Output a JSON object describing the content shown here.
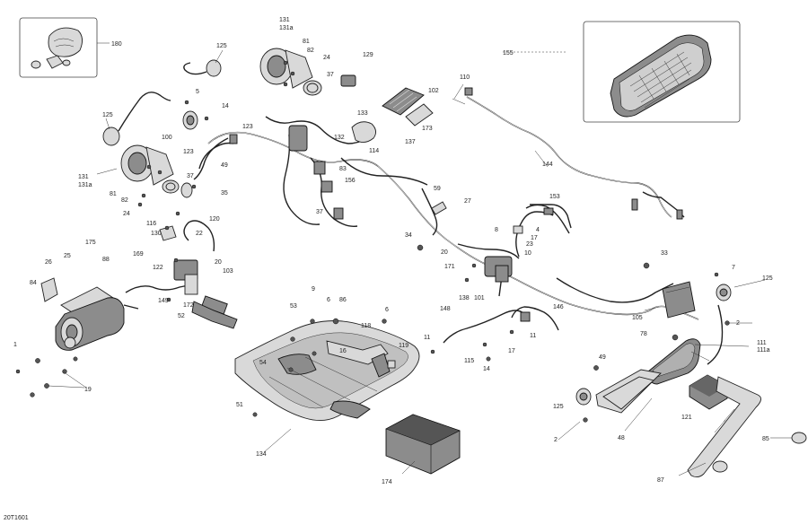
{
  "diagram": {
    "reference_code": "20T1601",
    "callouts": [
      {
        "id": "c180",
        "text": "180"
      },
      {
        "id": "c125a",
        "text": "125"
      },
      {
        "id": "c131a",
        "text": "131"
      },
      {
        "id": "c131aa",
        "text": "131a"
      },
      {
        "id": "c81a",
        "text": "81"
      },
      {
        "id": "c82a",
        "text": "82"
      },
      {
        "id": "c24a",
        "text": "24"
      },
      {
        "id": "c37a",
        "text": "37"
      },
      {
        "id": "c129",
        "text": "129"
      },
      {
        "id": "c110",
        "text": "110"
      },
      {
        "id": "c155",
        "text": "155"
      },
      {
        "id": "c5",
        "text": "5"
      },
      {
        "id": "c14a",
        "text": "14"
      },
      {
        "id": "c125b",
        "text": "125"
      },
      {
        "id": "c100",
        "text": "100"
      },
      {
        "id": "c123a",
        "text": "123"
      },
      {
        "id": "c123b",
        "text": "123"
      },
      {
        "id": "c102",
        "text": "102"
      },
      {
        "id": "c133",
        "text": "133"
      },
      {
        "id": "c173",
        "text": "173"
      },
      {
        "id": "c132",
        "text": "132"
      },
      {
        "id": "c137",
        "text": "137"
      },
      {
        "id": "c114",
        "text": "114"
      },
      {
        "id": "c49a",
        "text": "49"
      },
      {
        "id": "c83",
        "text": "83"
      },
      {
        "id": "c131b",
        "text": "131"
      },
      {
        "id": "c131ab",
        "text": "131a"
      },
      {
        "id": "c37b",
        "text": "37"
      },
      {
        "id": "c35",
        "text": "35"
      },
      {
        "id": "c81b",
        "text": "81"
      },
      {
        "id": "c82b",
        "text": "82"
      },
      {
        "id": "c24b",
        "text": "24"
      },
      {
        "id": "c156",
        "text": "156"
      },
      {
        "id": "c144",
        "text": "144"
      },
      {
        "id": "c59",
        "text": "59"
      },
      {
        "id": "c27",
        "text": "27"
      },
      {
        "id": "c153",
        "text": "153"
      },
      {
        "id": "c37c",
        "text": "37"
      },
      {
        "id": "c116",
        "text": "116"
      },
      {
        "id": "c120",
        "text": "120"
      },
      {
        "id": "c130",
        "text": "130"
      },
      {
        "id": "c22",
        "text": "22"
      },
      {
        "id": "c34",
        "text": "34"
      },
      {
        "id": "c8",
        "text": "8"
      },
      {
        "id": "c4",
        "text": "4"
      },
      {
        "id": "c17a",
        "text": "17"
      },
      {
        "id": "c23",
        "text": "23"
      },
      {
        "id": "c10",
        "text": "10"
      },
      {
        "id": "c20a",
        "text": "20"
      },
      {
        "id": "c175",
        "text": "175"
      },
      {
        "id": "c169",
        "text": "169"
      },
      {
        "id": "c20b",
        "text": "20"
      },
      {
        "id": "c103",
        "text": "103"
      },
      {
        "id": "c122",
        "text": "122"
      },
      {
        "id": "c26",
        "text": "26"
      },
      {
        "id": "c25",
        "text": "25"
      },
      {
        "id": "c88",
        "text": "88"
      },
      {
        "id": "c33",
        "text": "33"
      },
      {
        "id": "c7",
        "text": "7"
      },
      {
        "id": "c125c",
        "text": "125"
      },
      {
        "id": "c171",
        "text": "171"
      },
      {
        "id": "c138",
        "text": "138"
      },
      {
        "id": "c101",
        "text": "101"
      },
      {
        "id": "c84",
        "text": "84"
      },
      {
        "id": "c149",
        "text": "149"
      },
      {
        "id": "c172",
        "text": "172"
      },
      {
        "id": "c52",
        "text": "52"
      },
      {
        "id": "c9",
        "text": "9"
      },
      {
        "id": "c6a",
        "text": "6"
      },
      {
        "id": "c86",
        "text": "86"
      },
      {
        "id": "c53",
        "text": "53"
      },
      {
        "id": "c6b",
        "text": "6"
      },
      {
        "id": "c148",
        "text": "148"
      },
      {
        "id": "c146",
        "text": "146"
      },
      {
        "id": "c105",
        "text": "105"
      },
      {
        "id": "c2a",
        "text": "2"
      },
      {
        "id": "c118",
        "text": "118"
      },
      {
        "id": "c78",
        "text": "78"
      },
      {
        "id": "c11a",
        "text": "11"
      },
      {
        "id": "c11b",
        "text": "11"
      },
      {
        "id": "c1",
        "text": "1"
      },
      {
        "id": "c119",
        "text": "119"
      },
      {
        "id": "c17b",
        "text": "17"
      },
      {
        "id": "c111",
        "text": "111"
      },
      {
        "id": "c111a",
        "text": "111a"
      },
      {
        "id": "c54",
        "text": "54"
      },
      {
        "id": "c16",
        "text": "16"
      },
      {
        "id": "c115",
        "text": "115"
      },
      {
        "id": "c14b",
        "text": "14"
      },
      {
        "id": "c49b",
        "text": "49"
      },
      {
        "id": "c19",
        "text": "19"
      },
      {
        "id": "c125d",
        "text": "125"
      },
      {
        "id": "c121",
        "text": "121"
      },
      {
        "id": "c51",
        "text": "51"
      },
      {
        "id": "c2b",
        "text": "2"
      },
      {
        "id": "c48",
        "text": "48"
      },
      {
        "id": "c85",
        "text": "85"
      },
      {
        "id": "c134",
        "text": "134"
      },
      {
        "id": "c174",
        "text": "174"
      },
      {
        "id": "c87",
        "text": "87"
      }
    ]
  }
}
